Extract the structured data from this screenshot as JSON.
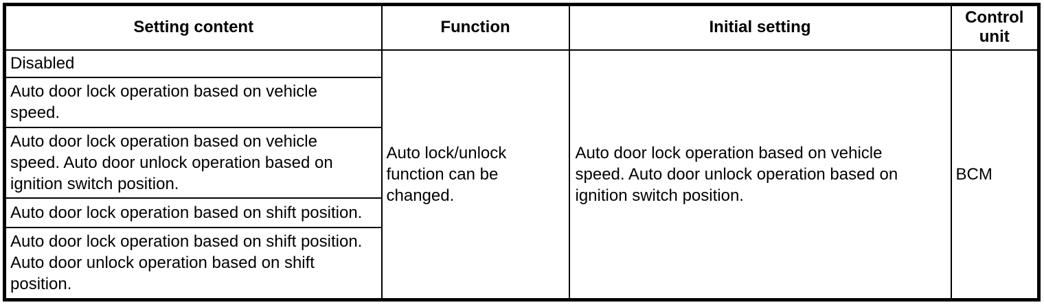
{
  "table": {
    "headers": [
      "Setting content",
      "Function",
      "Initial setting",
      "Control unit"
    ],
    "setting_rows": [
      "Disabled",
      "Auto door lock operation based on vehicle speed.",
      "Auto door lock operation based on vehicle speed. Auto door unlock operation based on ignition switch position.",
      "Auto door lock operation based on shift position.",
      "Auto door lock operation based on shift position. Auto door unlock operation based on shift position."
    ],
    "function_text": "Auto lock/unlock function can be changed.",
    "initial_setting_text": "Auto door lock operation based on vehicle speed. Auto door unlock operation based on ignition switch position.",
    "control_unit_text": "BCM"
  },
  "colors": {
    "border": "#000000",
    "text": "#000000",
    "background": "#ffffff"
  }
}
